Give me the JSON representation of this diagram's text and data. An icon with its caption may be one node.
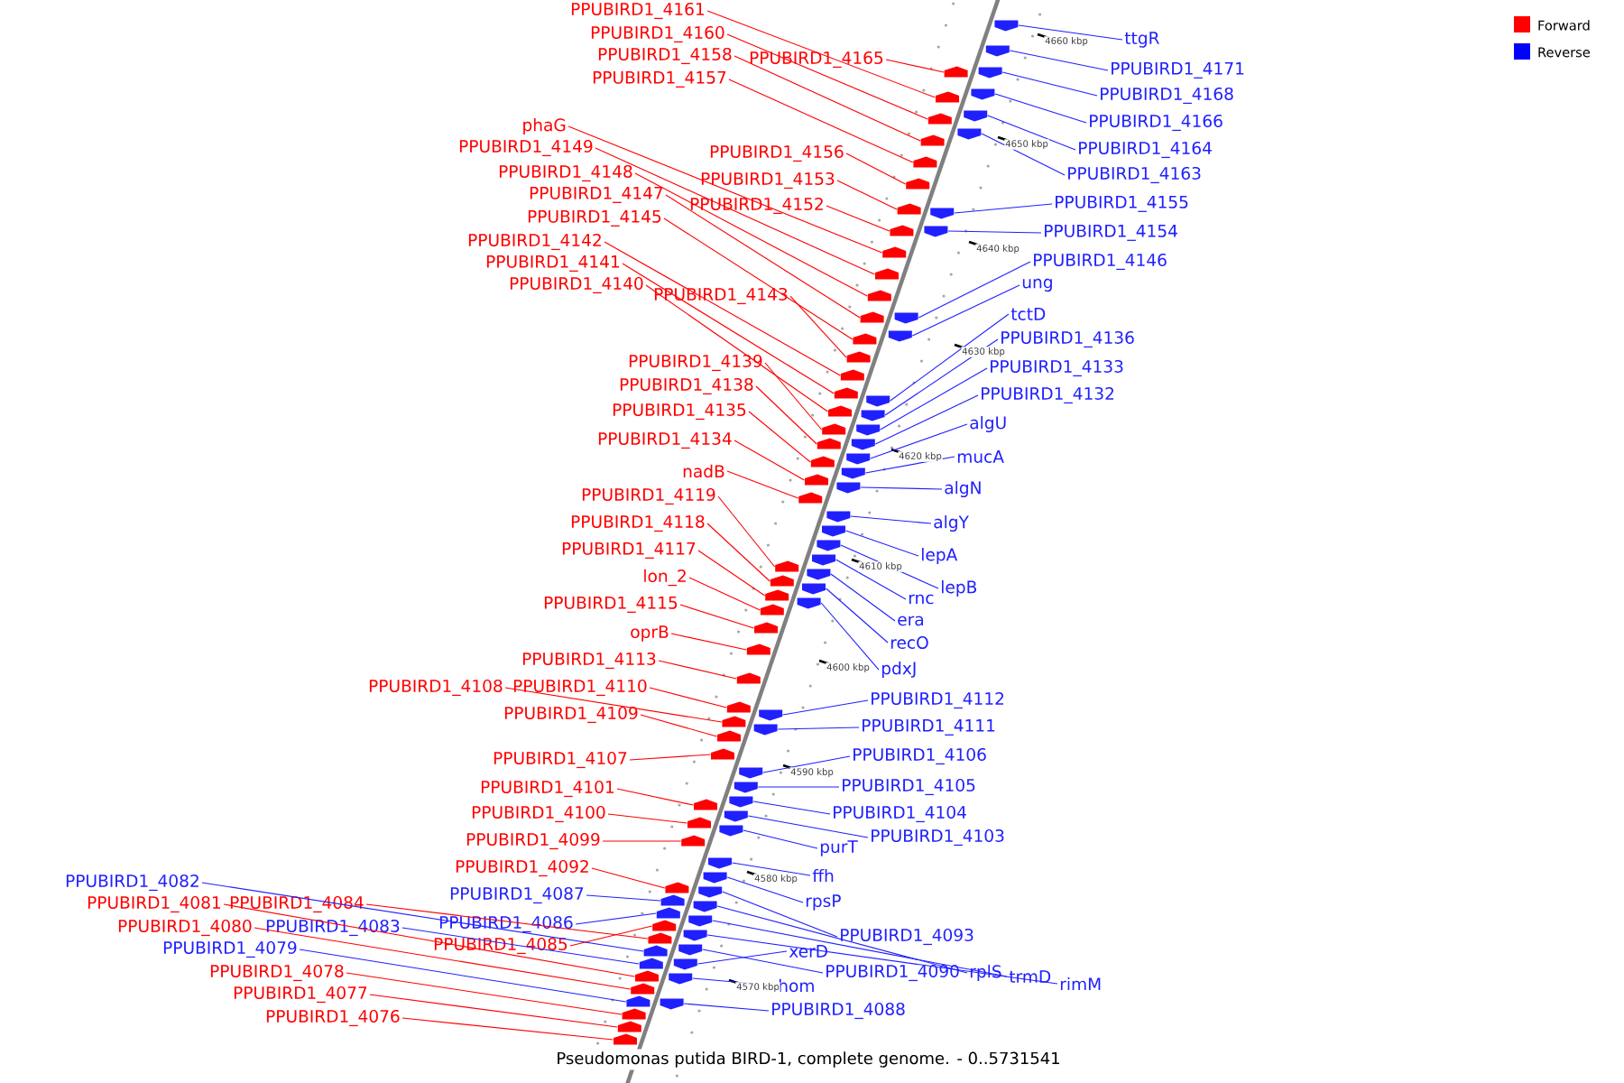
{
  "diagram": {
    "caption": "Pseudomonas putida BIRD-1, complete genome. - 0..5731541",
    "nodes": [
      {
        "text": [
          "PPUBIRD1_4161"
        ]
      },
      {
        "text": [
          "PPUBIRD1_4160"
        ]
      },
      {
        "text": [
          "PPUBIRD1_4158"
        ]
      },
      {
        "text": [
          "PPUBIRD1_4165"
        ]
      },
      {
        "text": [
          "PPUBIRD1_4157"
        ]
      },
      {
        "text": [
          "phaG"
        ]
      },
      {
        "text": [
          "PPUBIRD1_4149"
        ]
      },
      {
        "text": [
          "PPUBIRD1_4148"
        ]
      },
      {
        "text": [
          "PPUBIRD1_4147"
        ]
      },
      {
        "text": [
          "PPUBIRD1_4145"
        ]
      },
      {
        "text": [
          "PPUBIRD1_4156"
        ]
      },
      {
        "text": [
          "PPUBIRD1_4153"
        ]
      },
      {
        "text": [
          "PPUBIRD1_4152"
        ]
      },
      {
        "text": [
          "PPUBIRD1_4142"
        ]
      },
      {
        "text": [
          "PPUBIRD1_4141"
        ]
      },
      {
        "text": [
          "PPUBIRD1_4140"
        ]
      },
      {
        "text": [
          "PPUBIRD1_4143"
        ]
      },
      {
        "text": [
          "PPUBIRD1_4139"
        ]
      },
      {
        "text": [
          "PPUBIRD1_4138"
        ]
      },
      {
        "text": [
          "PPUBIRD1_4135"
        ]
      },
      {
        "text": [
          "PPUBIRD1_4134"
        ]
      },
      {
        "text": [
          "nadB"
        ]
      },
      {
        "text": [
          "PPUBIRD1_4119"
        ]
      },
      {
        "text": [
          "PPUBIRD1_4118"
        ]
      },
      {
        "text": [
          "PPUBIRD1_4117"
        ]
      },
      {
        "text": [
          "lon_2"
        ]
      },
      {
        "text": [
          "PPUBIRD1_4115"
        ]
      },
      {
        "text": [
          "oprB"
        ]
      },
      {
        "text": [
          "PPUBIRD1_4113"
        ]
      },
      {
        "text": [
          "PPUBIRD1_4108"
        ]
      },
      {
        "text": [
          "PPUBIRD1_4110"
        ]
      },
      {
        "text": [
          "PPUBIRD1_4109"
        ]
      },
      {
        "text": [
          "PPUBIRD1_4107"
        ]
      },
      {
        "text": [
          "PPUBIRD1_4101"
        ]
      },
      {
        "text": [
          "PPUBIRD1_4100"
        ]
      },
      {
        "text": [
          "PPUBIRD1_4099"
        ]
      },
      {
        "text": [
          "PPUBIRD1_4092"
        ]
      },
      {
        "text": [
          "PPUBIRD1_4087"
        ]
      },
      {
        "text": [
          "PPUBIRD1_4082"
        ]
      },
      {
        "text": [
          "PPUBIRD1_4081"
        ]
      },
      {
        "text": [
          "PPUBIRD1_4084"
        ]
      },
      {
        "text": [
          "PPUBIRD1_4086"
        ]
      },
      {
        "text": [
          "PPUBIRD1_4080"
        ]
      },
      {
        "text": [
          "PPUBIRD1_4083"
        ]
      },
      {
        "text": [
          "PPUBIRD1_4079"
        ]
      },
      {
        "text": [
          "PPUBIRD1_4085"
        ]
      },
      {
        "text": [
          "PPUBIRD1_4078"
        ]
      },
      {
        "text": [
          "PPUBIRD1_4077"
        ]
      },
      {
        "text": [
          "PPUBIRD1_4076"
        ]
      },
      {
        "text": [
          "ttgR"
        ]
      },
      {
        "text": [
          "PPUBIRD1_4171"
        ]
      },
      {
        "text": [
          "PPUBIRD1_4168"
        ]
      },
      {
        "text": [
          "PPUBIRD1_4166"
        ]
      },
      {
        "text": [
          "PPUBIRD1_4164"
        ]
      },
      {
        "text": [
          "PPUBIRD1_4163"
        ]
      },
      {
        "text": [
          "PPUBIRD1_4155"
        ]
      },
      {
        "text": [
          "PPUBIRD1_4154"
        ]
      },
      {
        "text": [
          "PPUBIRD1_4146"
        ]
      },
      {
        "text": [
          "ung"
        ]
      },
      {
        "text": [
          "tctD"
        ]
      },
      {
        "text": [
          "PPUBIRD1_4136"
        ]
      },
      {
        "text": [
          "PPUBIRD1_4133"
        ]
      },
      {
        "text": [
          "PPUBIRD1_4132"
        ]
      },
      {
        "text": [
          "algU"
        ]
      },
      {
        "text": [
          "mucA"
        ]
      },
      {
        "text": [
          "algN"
        ]
      },
      {
        "text": [
          "algY"
        ]
      },
      {
        "text": [
          "lepA"
        ]
      },
      {
        "text": [
          "lepB"
        ]
      },
      {
        "text": [
          "rnc"
        ]
      },
      {
        "text": [
          "era"
        ]
      },
      {
        "text": [
          "recO"
        ]
      },
      {
        "text": [
          "pdxJ"
        ]
      },
      {
        "text": [
          "PPUBIRD1_4112"
        ]
      },
      {
        "text": [
          "PPUBIRD1_4111"
        ]
      },
      {
        "text": [
          "PPUBIRD1_4106"
        ]
      },
      {
        "text": [
          "PPUBIRD1_4105"
        ]
      },
      {
        "text": [
          "PPUBIRD1_4104"
        ]
      },
      {
        "text": [
          "PPUBIRD1_4103"
        ]
      },
      {
        "text": [
          "purT"
        ]
      },
      {
        "text": [
          "ffh"
        ]
      },
      {
        "text": [
          "rpsP"
        ]
      },
      {
        "text": [
          "PPUBIRD1_4093"
        ]
      },
      {
        "text": [
          "xerD"
        ]
      },
      {
        "text": [
          "PPUBIRD1_4090"
        ]
      },
      {
        "text": [
          "rplS"
        ]
      },
      {
        "text": [
          "trmD"
        ]
      },
      {
        "text": [
          "rimM"
        ]
      },
      {
        "text": [
          "hom"
        ]
      },
      {
        "text": [
          "PPUBIRD1_4088"
        ]
      },
      {
        "text": [],
        "shape": "arrow"
      },
      {
        "text": [],
        "shape": "arrow"
      },
      {
        "text": [],
        "shape": "arrow"
      },
      {
        "text": [],
        "shape": "arrow"
      },
      {
        "text": [],
        "shape": "arrow"
      },
      {
        "text": [],
        "shape": "arrow"
      },
      {
        "text": [],
        "shape": "arrow"
      },
      {
        "text": [],
        "shape": "arrow"
      },
      {
        "text": [],
        "shape": "arrow"
      },
      {
        "text": [],
        "shape": "arrow"
      },
      {
        "text": [],
        "shape": "arrow"
      },
      {
        "text": [],
        "shape": "arrow"
      },
      {
        "text": [],
        "shape": "arrow"
      },
      {
        "text": [],
        "shape": "arrow"
      },
      {
        "text": [],
        "shape": "arrow"
      },
      {
        "text": [],
        "shape": "arrow"
      },
      {
        "text": [],
        "shape": "arrow"
      },
      {
        "text": [],
        "shape": "arrow"
      },
      {
        "text": [],
        "shape": "arrow"
      },
      {
        "text": [],
        "shape": "arrow"
      },
      {
        "text": [],
        "shape": "arrow"
      },
      {
        "text": [],
        "shape": "arrow"
      },
      {
        "text": [],
        "shape": "arrow"
      },
      {
        "text": [],
        "shape": "arrow"
      },
      {
        "text": [],
        "shape": "arrow"
      },
      {
        "text": [],
        "shape": "arrow"
      },
      {
        "text": [],
        "shape": "arrow"
      },
      {
        "text": [],
        "shape": "arrow"
      },
      {
        "text": [],
        "shape": "arrow"
      },
      {
        "text": [],
        "shape": "arrow"
      },
      {
        "text": [],
        "shape": "arrow"
      },
      {
        "text": [],
        "shape": "arrow"
      },
      {
        "text": [],
        "shape": "arrow"
      },
      {
        "text": [],
        "shape": "arrow"
      },
      {
        "text": [],
        "shape": "arrow"
      },
      {
        "text": [],
        "shape": "arrow"
      },
      {
        "text": [],
        "shape": "arrow"
      },
      {
        "text": [],
        "shape": "arrow"
      },
      {
        "text": [],
        "shape": "arrow"
      },
      {
        "text": [],
        "shape": "arrow"
      },
      {
        "text": [],
        "shape": "arrow"
      },
      {
        "text": [],
        "shape": "arrow"
      },
      {
        "text": [],
        "shape": "arrow"
      },
      {
        "text": [],
        "shape": "arrow"
      },
      {
        "text": [],
        "shape": "arrow"
      },
      {
        "text": [],
        "shape": "arrow"
      },
      {
        "text": [],
        "shape": "arrow"
      },
      {
        "text": [],
        "shape": "arrow"
      },
      {
        "text": [],
        "shape": "arrow"
      },
      {
        "text": [],
        "shape": "arrow"
      },
      {
        "text": [],
        "shape": "arrow"
      },
      {
        "text": [],
        "shape": "arrow"
      },
      {
        "text": [],
        "shape": "arrow"
      },
      {
        "text": [],
        "shape": "arrow"
      },
      {
        "text": [],
        "shape": "arrow"
      },
      {
        "text": [],
        "shape": "arrow"
      },
      {
        "text": [],
        "shape": "arrow"
      },
      {
        "text": [],
        "shape": "arrow"
      },
      {
        "text": [],
        "shape": "arrow"
      },
      {
        "text": [],
        "shape": "arrow"
      },
      {
        "text": [],
        "shape": "arrow"
      },
      {
        "text": [],
        "shape": "arrow"
      },
      {
        "text": [],
        "shape": "arrow"
      },
      {
        "text": [],
        "shape": "arrow"
      },
      {
        "text": [],
        "shape": "arrow"
      },
      {
        "text": [],
        "shape": "arrow"
      },
      {
        "text": [],
        "shape": "arrow"
      },
      {
        "text": [],
        "shape": "arrow"
      },
      {
        "text": [],
        "shape": "arrow"
      },
      {
        "text": [],
        "shape": "arrow"
      },
      {
        "text": [],
        "shape": "arrow"
      },
      {
        "text": [],
        "shape": "arrow"
      },
      {
        "text": [],
        "shape": "arrow"
      },
      {
        "text": [],
        "shape": "arrow"
      },
      {
        "text": [],
        "shape": "arrow"
      },
      {
        "text": [],
        "shape": "arrow"
      },
      {
        "text": [],
        "shape": "arrow"
      },
      {
        "text": [],
        "shape": "arrow"
      },
      {
        "text": [],
        "shape": "arrow"
      },
      {
        "text": [],
        "shape": "arrow"
      },
      {
        "text": [],
        "shape": "arrow"
      },
      {
        "text": [],
        "shape": "arrow"
      },
      {
        "text": [],
        "shape": "arrow"
      },
      {
        "text": [],
        "shape": "arrow"
      },
      {
        "text": [],
        "shape": "arrow"
      },
      {
        "text": [],
        "shape": "arrow"
      },
      {
        "text": [],
        "shape": "arrow"
      },
      {
        "text": [],
        "shape": "arrow"
      },
      {
        "text": [],
        "shape": "arrow"
      },
      {
        "text": [],
        "shape": "arrow"
      }
    ],
    "edges": [
      {
        "from": 0,
        "to": 90,
        "arrow": "none",
        "color": "#ff0000"
      },
      {
        "from": 1,
        "to": 91,
        "arrow": "none",
        "color": "#ff0000"
      },
      {
        "from": 2,
        "to": 92,
        "arrow": "none",
        "color": "#ff0000"
      },
      {
        "from": 3,
        "to": 93,
        "arrow": "none",
        "color": "#ff0000"
      },
      {
        "from": 4,
        "to": 94,
        "arrow": "none",
        "color": "#ff0000"
      },
      {
        "from": 5,
        "to": 95,
        "arrow": "none",
        "color": "#ff0000"
      },
      {
        "from": 6,
        "to": 96,
        "arrow": "none",
        "color": "#ff0000"
      },
      {
        "from": 7,
        "to": 97,
        "arrow": "none",
        "color": "#ff0000"
      },
      {
        "from": 8,
        "to": 98,
        "arrow": "none",
        "color": "#ff0000"
      },
      {
        "from": 9,
        "to": 99,
        "arrow": "none",
        "color": "#ff0000"
      },
      {
        "from": 10,
        "to": 100,
        "arrow": "none",
        "color": "#ff0000"
      },
      {
        "from": 11,
        "to": 101,
        "arrow": "none",
        "color": "#ff0000"
      },
      {
        "from": 12,
        "to": 102,
        "arrow": "none",
        "color": "#ff0000"
      },
      {
        "from": 13,
        "to": 103,
        "arrow": "none",
        "color": "#ff0000"
      },
      {
        "from": 14,
        "to": 104,
        "arrow": "none",
        "color": "#ff0000"
      },
      {
        "from": 15,
        "to": 105,
        "arrow": "none",
        "color": "#ff0000"
      },
      {
        "from": 16,
        "to": 106,
        "arrow": "none",
        "color": "#ff0000"
      },
      {
        "from": 17,
        "to": 107,
        "arrow": "none",
        "color": "#ff0000"
      },
      {
        "from": 18,
        "to": 108,
        "arrow": "none",
        "color": "#ff0000"
      },
      {
        "from": 19,
        "to": 109,
        "arrow": "none",
        "color": "#ff0000"
      },
      {
        "from": 20,
        "to": 110,
        "arrow": "none",
        "color": "#ff0000"
      },
      {
        "from": 21,
        "to": 111,
        "arrow": "none",
        "color": "#ff0000"
      },
      {
        "from": 22,
        "to": 112,
        "arrow": "none",
        "color": "#ff0000"
      },
      {
        "from": 23,
        "to": 113,
        "arrow": "none",
        "color": "#ff0000"
      },
      {
        "from": 24,
        "to": 114,
        "arrow": "none",
        "color": "#ff0000"
      },
      {
        "from": 25,
        "to": 115,
        "arrow": "none",
        "color": "#ff0000"
      },
      {
        "from": 26,
        "to": 116,
        "arrow": "none",
        "color": "#ff0000"
      },
      {
        "from": 27,
        "to": 117,
        "arrow": "none",
        "color": "#ff0000"
      },
      {
        "from": 28,
        "to": 118,
        "arrow": "none",
        "color": "#ff0000"
      },
      {
        "from": 29,
        "to": 119,
        "arrow": "none",
        "color": "#ff0000"
      },
      {
        "from": 30,
        "to": 120,
        "arrow": "none",
        "color": "#ff0000"
      },
      {
        "from": 31,
        "to": 121,
        "arrow": "none",
        "color": "#ff0000"
      },
      {
        "from": 32,
        "to": 122,
        "arrow": "none",
        "color": "#ff0000"
      },
      {
        "from": 33,
        "to": 123,
        "arrow": "none",
        "color": "#ff0000"
      },
      {
        "from": 34,
        "to": 124,
        "arrow": "none",
        "color": "#ff0000"
      },
      {
        "from": 35,
        "to": 125,
        "arrow": "none",
        "color": "#ff0000"
      },
      {
        "from": 36,
        "to": 126,
        "arrow": "none",
        "color": "#ff0000"
      },
      {
        "from": 37,
        "to": 127,
        "arrow": "none"
      },
      {
        "from": 38,
        "to": 128,
        "arrow": "none"
      },
      {
        "from": 39,
        "to": 129,
        "arrow": "none",
        "color": "#ff0000"
      },
      {
        "from": 40,
        "to": 130,
        "arrow": "none",
        "color": "#ff0000"
      },
      {
        "from": 41,
        "to": 131,
        "arrow": "none"
      },
      {
        "from": 42,
        "to": 132,
        "arrow": "none",
        "color": "#ff0000"
      },
      {
        "from": 43,
        "to": 133,
        "arrow": "none"
      },
      {
        "from": 44,
        "to": 134,
        "arrow": "none"
      },
      {
        "from": 45,
        "to": 135,
        "arrow": "none",
        "color": "#ff0000"
      },
      {
        "from": 46,
        "to": 136,
        "arrow": "none",
        "color": "#ff0000"
      },
      {
        "from": 47,
        "to": 137,
        "arrow": "none",
        "color": "#ff0000"
      },
      {
        "from": 48,
        "to": 138,
        "arrow": "none",
        "color": "#ff0000"
      },
      {
        "from": 49,
        "to": 139,
        "arrow": "none"
      },
      {
        "from": 50,
        "to": 140,
        "arrow": "none"
      },
      {
        "from": 51,
        "to": 141,
        "arrow": "none"
      },
      {
        "from": 52,
        "to": 142,
        "arrow": "none"
      },
      {
        "from": 53,
        "to": 143,
        "arrow": "none"
      },
      {
        "from": 54,
        "to": 144,
        "arrow": "none"
      },
      {
        "from": 55,
        "to": 145,
        "arrow": "none"
      },
      {
        "from": 56,
        "to": 146,
        "arrow": "none"
      },
      {
        "from": 57,
        "to": 147,
        "arrow": "none"
      },
      {
        "from": 58,
        "to": 148,
        "arrow": "none"
      },
      {
        "from": 59,
        "to": 149,
        "arrow": "none"
      },
      {
        "from": 60,
        "to": 150,
        "arrow": "none"
      },
      {
        "from": 61,
        "to": 151,
        "arrow": "none"
      },
      {
        "from": 62,
        "to": 152,
        "arrow": "none"
      },
      {
        "from": 63,
        "to": 153,
        "arrow": "none"
      },
      {
        "from": 64,
        "to": 154,
        "arrow": "none"
      },
      {
        "from": 65,
        "to": 155,
        "arrow": "none"
      },
      {
        "from": 66,
        "to": 156,
        "arrow": "none"
      },
      {
        "from": 67,
        "to": 157,
        "arrow": "none"
      },
      {
        "from": 68,
        "to": 158,
        "arrow": "none"
      },
      {
        "from": 69,
        "to": 159,
        "arrow": "none"
      },
      {
        "from": 70,
        "to": 160,
        "arrow": "none"
      },
      {
        "from": 71,
        "to": 161,
        "arrow": "none"
      },
      {
        "from": 72,
        "to": 162,
        "arrow": "none"
      },
      {
        "from": 73,
        "to": 163,
        "arrow": "none"
      },
      {
        "from": 74,
        "to": 164,
        "arrow": "none"
      },
      {
        "from": 75,
        "to": 165,
        "arrow": "none"
      },
      {
        "from": 76,
        "to": 166,
        "arrow": "none"
      },
      {
        "from": 77,
        "to": 167,
        "arrow": "none"
      },
      {
        "from": 78,
        "to": 168,
        "arrow": "none"
      },
      {
        "from": 79,
        "to": 169,
        "arrow": "none"
      },
      {
        "from": 80,
        "to": 170,
        "arrow": "none"
      },
      {
        "from": 81,
        "to": 171,
        "arrow": "none"
      },
      {
        "from": 82,
        "to": 172,
        "arrow": "none"
      },
      {
        "from": 83,
        "to": 173,
        "arrow": "none"
      },
      {
        "from": 84,
        "to": 174,
        "arrow": "none"
      },
      {
        "from": 85,
        "to": 175,
        "arrow": "none"
      },
      {
        "from": 86,
        "to": 176,
        "arrow": "none"
      },
      {
        "from": 87,
        "to": 177,
        "arrow": "none"
      },
      {
        "from": 88,
        "to": 178,
        "arrow": "none"
      },
      {
        "from": 89,
        "to": 179,
        "arrow": "none"
      }
    ],
    "labels": [
      "4660 kbp",
      "4650 kbp",
      "4640 kbp",
      "4630 kbp",
      "4620 kbp",
      "4610 kbp",
      "4600 kbp",
      "4590 kbp",
      "4580 kbp",
      "4570 kbp"
    ],
    "legend": [
      {
        "text": "Forward",
        "color": "#ff0000"
      },
      {
        "text": "Reverse",
        "color": "#0000ff"
      }
    ]
  }
}
